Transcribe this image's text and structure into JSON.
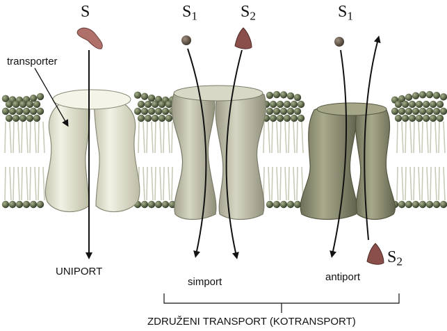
{
  "labels": {
    "uniport_substrate": "S",
    "simport_s1_base": "S",
    "simport_s1_sub": "1",
    "simport_s2_base": "S",
    "simport_s2_sub": "2",
    "antiport_s1_base": "S",
    "antiport_s1_sub": "1",
    "antiport_s2_base": "S",
    "antiport_s2_sub": "2",
    "transporter": "transporter",
    "uniport": "UNIPORT",
    "simport": "simport",
    "antiport": "antiport",
    "cotransport": "ZDRUŽENI TRANSPORT (KOTRANSPORT)"
  },
  "colors": {
    "lipid_head": "#5f6b4c",
    "lipid_tail": "#c9c9b8",
    "uniport_protein": "#e6e6d2",
    "simport_protein": "#bcbcaa",
    "antiport_protein": "#8e8f74",
    "s_molecule": "#b0706a",
    "s1_molecule": "#6b5f52",
    "s2_molecule": "#8a4f4a"
  }
}
